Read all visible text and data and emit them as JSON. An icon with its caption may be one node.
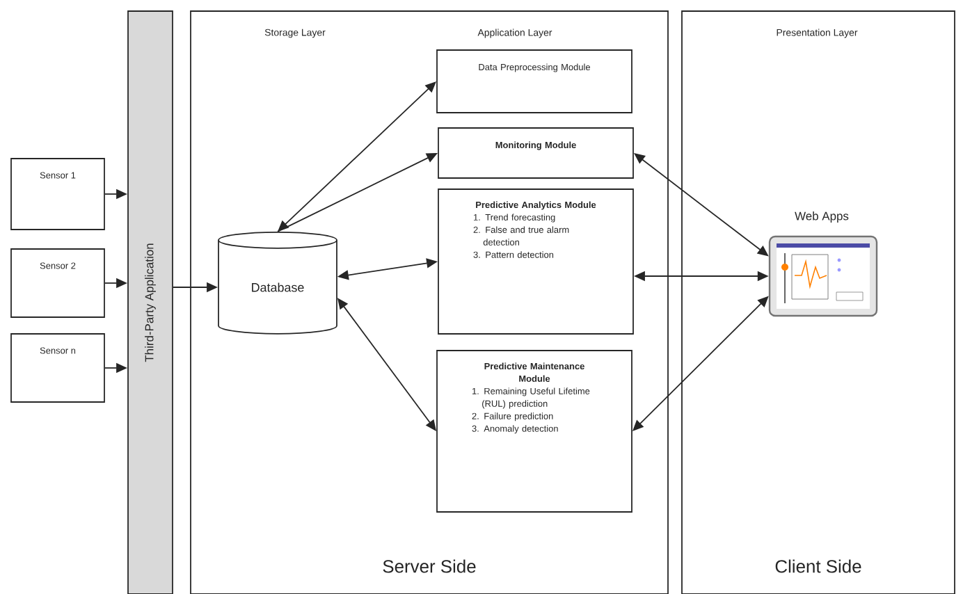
{
  "diagram": {
    "nodes": [
      {
        "text": [
          "Sensor 1"
        ]
      },
      {
        "text": [
          "Sensor 2"
        ]
      },
      {
        "text": [
          "Sensor n"
        ]
      },
      {
        "text": [
          "Third-Party Application"
        ]
      },
      {
        "text": [
          "Server Side"
        ]
      },
      {
        "text": [
          "Database"
        ],
        "in": 4
      },
      {
        "text": [
          "Data Preprocessing Module"
        ],
        "in": 4
      },
      {
        "text": [
          "Monitoring Module"
        ],
        "in": 4
      },
      {
        "text": [
          "Predictive Analytics Module",
          "1. Trend forecasting",
          "2. False and true alarm detection",
          "3. Pattern detection"
        ],
        "in": 4
      },
      {
        "text": [
          "Predictive Maintenance Module",
          "1. Remaining Useful Lifetime (RUL) prediction",
          "2. Failure prediction",
          "3. Anomaly detection"
        ],
        "in": 4
      },
      {
        "text": [
          "Client Side"
        ]
      },
      {
        "text": [
          "Web Apps"
        ],
        "in": 10
      }
    ],
    "edges": [
      {
        "from": 0,
        "to": 3,
        "arrow": "to"
      },
      {
        "from": 1,
        "to": 3,
        "arrow": "to"
      },
      {
        "from": 2,
        "to": 3,
        "arrow": "to"
      },
      {
        "from": 3,
        "to": 5,
        "arrow": "to"
      },
      {
        "from": 5,
        "to": 6,
        "arrow": "both"
      },
      {
        "from": 5,
        "to": 7,
        "arrow": "to"
      },
      {
        "from": 5,
        "to": 8,
        "arrow": "both"
      },
      {
        "from": 5,
        "to": 9,
        "arrow": "both"
      },
      {
        "from": 7,
        "to": 11,
        "arrow": "both"
      },
      {
        "from": 8,
        "to": 11,
        "arrow": "both"
      },
      {
        "from": 9,
        "to": 11,
        "arrow": "both"
      }
    ],
    "labels": [
      "Storage Layer",
      "Application Layer",
      "Presentation Layer"
    ]
  }
}
